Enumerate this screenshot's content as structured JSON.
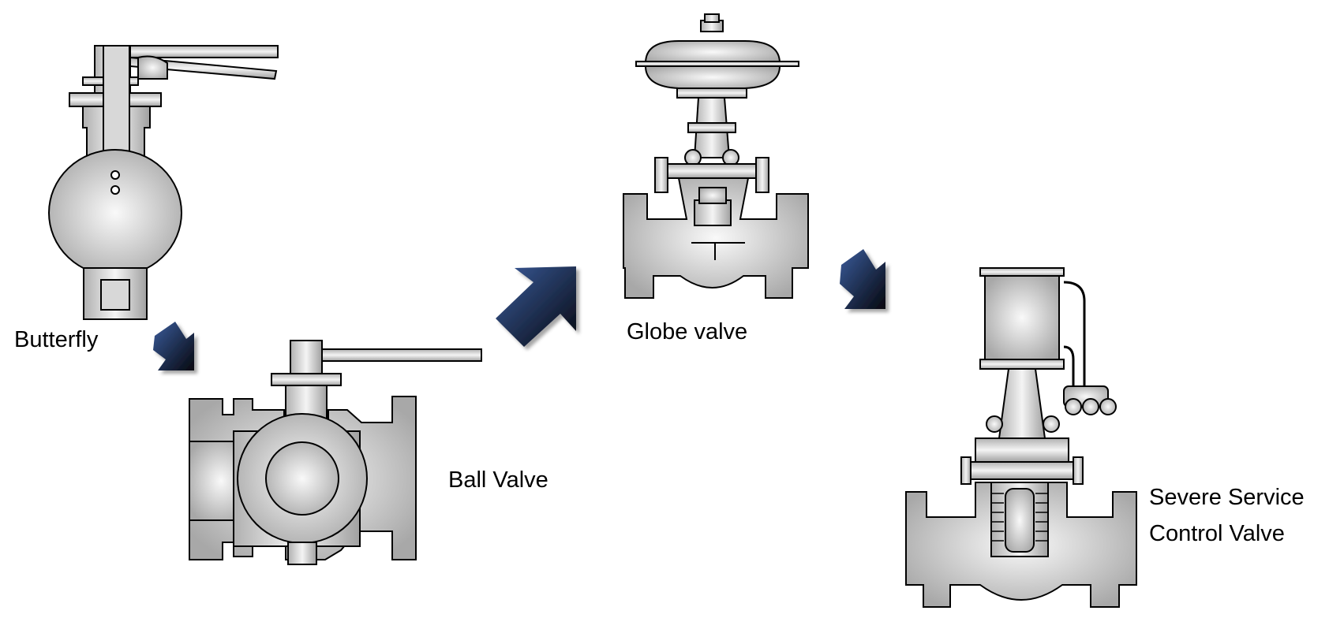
{
  "labels": {
    "butterfly": "Butterfly",
    "ball": "Ball Valve",
    "globe": "Globe valve",
    "severe_line1": "Severe Service",
    "severe_line2": "Control Valve"
  },
  "colors": {
    "metal_light": "#f8f8f8",
    "metal_dark": "#9a9a9a",
    "outline": "#000000",
    "arrow_start": "#3a5a9a",
    "arrow_end": "#0a0f1f"
  },
  "icons": [
    "butterfly-valve-icon",
    "ball-valve-icon",
    "globe-valve-icon",
    "severe-service-valve-icon",
    "arrow-icon"
  ]
}
